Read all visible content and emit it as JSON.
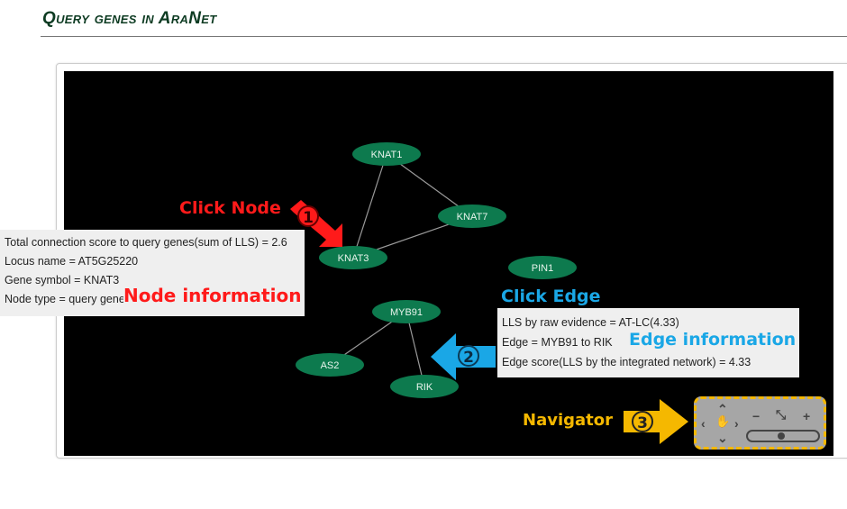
{
  "page_title": "Query genes in AraNet",
  "network": {
    "nodes": [
      {
        "id": "KNAT1",
        "label": "KNAT1"
      },
      {
        "id": "KNAT7",
        "label": "KNAT7"
      },
      {
        "id": "KNAT3",
        "label": "KNAT3"
      },
      {
        "id": "PIN1",
        "label": "PIN1"
      },
      {
        "id": "MYB91",
        "label": "MYB91"
      },
      {
        "id": "AS2",
        "label": "AS2"
      },
      {
        "id": "RIK",
        "label": "RIK"
      }
    ],
    "edges": [
      [
        "KNAT1",
        "KNAT3"
      ],
      [
        "KNAT1",
        "KNAT7"
      ],
      [
        "KNAT7",
        "KNAT3"
      ],
      [
        "MYB91",
        "AS2"
      ],
      [
        "MYB91",
        "RIK"
      ]
    ],
    "node_color": "#0d7a4e"
  },
  "node_info": {
    "lines": [
      "Total connection score to query genes(sum of LLS) = 2.6",
      "Locus name = AT5G25220",
      "Gene symbol = KNAT3",
      "Node type = query gene"
    ]
  },
  "edge_info": {
    "lines": [
      "LLS by raw evidence = AT-LC(4.33)",
      "Edge = MYB91 to RIK",
      "Edge score(LLS by the integrated network) = 4.33"
    ]
  },
  "annotations": {
    "click_node": "Click Node",
    "node_information": "Node information",
    "click_edge": "Click Edge",
    "edge_information": "Edge information",
    "navigator": "Navigator",
    "step1": "1",
    "step2": "2",
    "step3": "3"
  },
  "navigator": {
    "zoom_out": "−",
    "zoom_in": "+",
    "fit": "⤡",
    "zoom_level": 0.5
  },
  "colors": {
    "red": "#ff1a1a",
    "blue": "#1aa7e6",
    "gold": "#f5b800",
    "title": "#0d3b22"
  }
}
